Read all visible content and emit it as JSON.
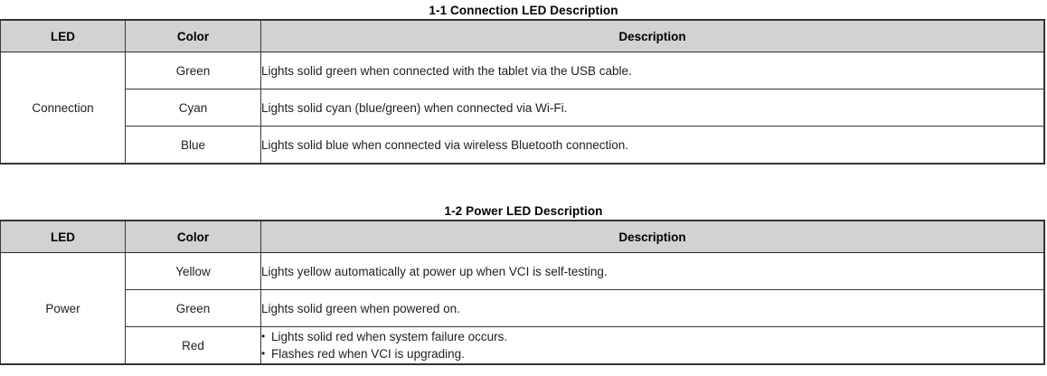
{
  "page": {
    "background_color": "#ffffff",
    "header_fill_color": "#d2d2d2",
    "border_color": "#3a3a3a",
    "text_color": "#1f1f1f"
  },
  "tables": [
    {
      "title": "1-1 Connection LED Description",
      "columns": [
        "LED",
        "Color",
        "Description"
      ],
      "led_label": "Connection",
      "rows": [
        {
          "color": "Green",
          "description": "Lights solid green when connected with the tablet via the USB cable."
        },
        {
          "color": "Cyan",
          "description": "Lights solid cyan (blue/green) when connected via Wi-Fi."
        },
        {
          "color": "Blue",
          "description": "Lights solid blue when connected via wireless Bluetooth connection."
        }
      ]
    },
    {
      "title": "1-2 Power LED Description",
      "columns": [
        "LED",
        "Color",
        "Description"
      ],
      "led_label": "Power",
      "rows": [
        {
          "color": "Yellow",
          "description": "Lights yellow automatically at power up when VCI is self-testing."
        },
        {
          "color": "Green",
          "description": "Lights solid green when powered on."
        },
        {
          "color": "Red",
          "description_bullets": [
            "Lights solid red when system failure occurs.",
            "Flashes red when VCI is upgrading."
          ]
        }
      ]
    }
  ]
}
